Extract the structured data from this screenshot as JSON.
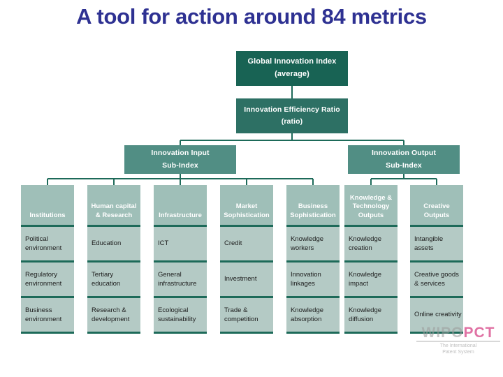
{
  "slide": {
    "title": "A tool for action around 84 metrics",
    "title_color": "#2e3192",
    "background_color": "#ffffff"
  },
  "colors": {
    "root_box": "#186354",
    "ratio_box": "#2d7064",
    "subindex_box": "#518e84",
    "pillar_header": "#9fbfb8",
    "sub_pillar": "#b4cac5",
    "divider": "#1d6a59",
    "connector": "#1d6a59"
  },
  "diagram": {
    "root": {
      "line1": "Global Innovation Index",
      "line2": "(average)"
    },
    "ratio": {
      "line1": "Innovation Efficiency Ratio",
      "line2": "(ratio)"
    },
    "sub_indexes": [
      {
        "line1": "Innovation Input",
        "line2": "Sub-Index"
      },
      {
        "line1": "Innovation Output",
        "line2": "Sub-Index"
      }
    ],
    "pillars": [
      {
        "header": "Institutions",
        "sub_pillars": [
          "Political environment",
          "Regulatory environment",
          "Business environment"
        ]
      },
      {
        "header": "Human capital & Research",
        "sub_pillars": [
          "Education",
          "Tertiary education",
          "Research & development"
        ]
      },
      {
        "header": "Infrastructure",
        "sub_pillars": [
          "ICT",
          "General infrastructure",
          "Ecological sustainability"
        ]
      },
      {
        "header": "Market Sophistication",
        "sub_pillars": [
          "Credit",
          "Investment",
          "Trade & competition"
        ]
      },
      {
        "header": "Business Sophistication",
        "sub_pillars": [
          "Knowledge workers",
          "Innovation linkages",
          "Knowledge absorption"
        ]
      },
      {
        "header": "Knowledge & Technology Outputs",
        "sub_pillars": [
          "Knowledge creation",
          "Knowledge impact",
          "Knowledge diffusion"
        ]
      },
      {
        "header": "Creative Outputs",
        "sub_pillars": [
          "Intangible assets",
          "Creative goods & services",
          "Online creativity"
        ]
      }
    ]
  },
  "watermark": {
    "wipo": "WIPO",
    "pct": "PCT",
    "subtitle_line1": "The International",
    "subtitle_line2": "Patent System"
  }
}
